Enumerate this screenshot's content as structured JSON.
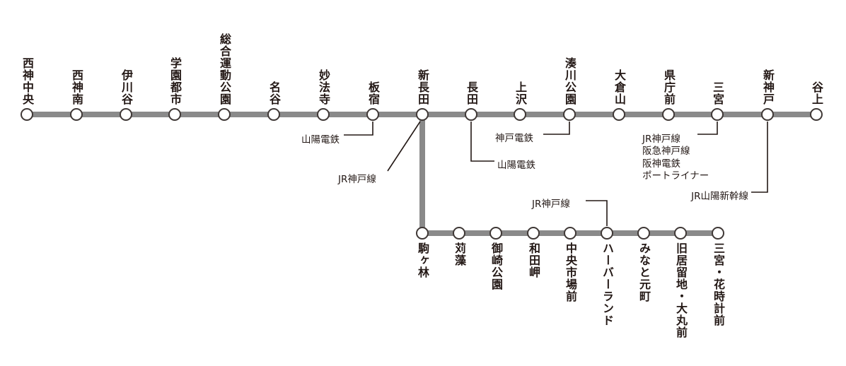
{
  "diagram": {
    "colors": {
      "route_line": "#8a8a8a",
      "station_ring": "#3f3836",
      "station_fill": "#ffffff",
      "text": "#231815"
    },
    "main_line": {
      "stations": [
        "西神中央",
        "西神南",
        "伊川谷",
        "学園都市",
        "総合運動公園",
        "名谷",
        "妙法寺",
        "板宿",
        "新長田",
        "長田",
        "上沢",
        "湊川公園",
        "大倉山",
        "県庁前",
        "三宮",
        "新神戸",
        "谷上"
      ]
    },
    "branch_line": {
      "stations": [
        "駒ヶ林",
        "苅藻",
        "御崎公園",
        "和田岬",
        "中央市場前",
        "ハーバーランド",
        "みなと元町",
        "旧居留地・大丸前",
        "三宮・花時計前"
      ]
    },
    "annotations": {
      "itayado": {
        "label": "山陽電鉄"
      },
      "shin_nagata": {
        "label": "JR神戸線"
      },
      "nagata": {
        "label": "山陽電鉄"
      },
      "minatogawa_koen": {
        "label": "神戸電鉄"
      },
      "sannomiya": {
        "labels": [
          "JR神戸線",
          "阪急神戸線",
          "阪神電鉄",
          "ポートライナー"
        ]
      },
      "shin_kobe": {
        "label": "JR山陽新幹線"
      },
      "harborland": {
        "label": "JR神戸線"
      }
    }
  }
}
